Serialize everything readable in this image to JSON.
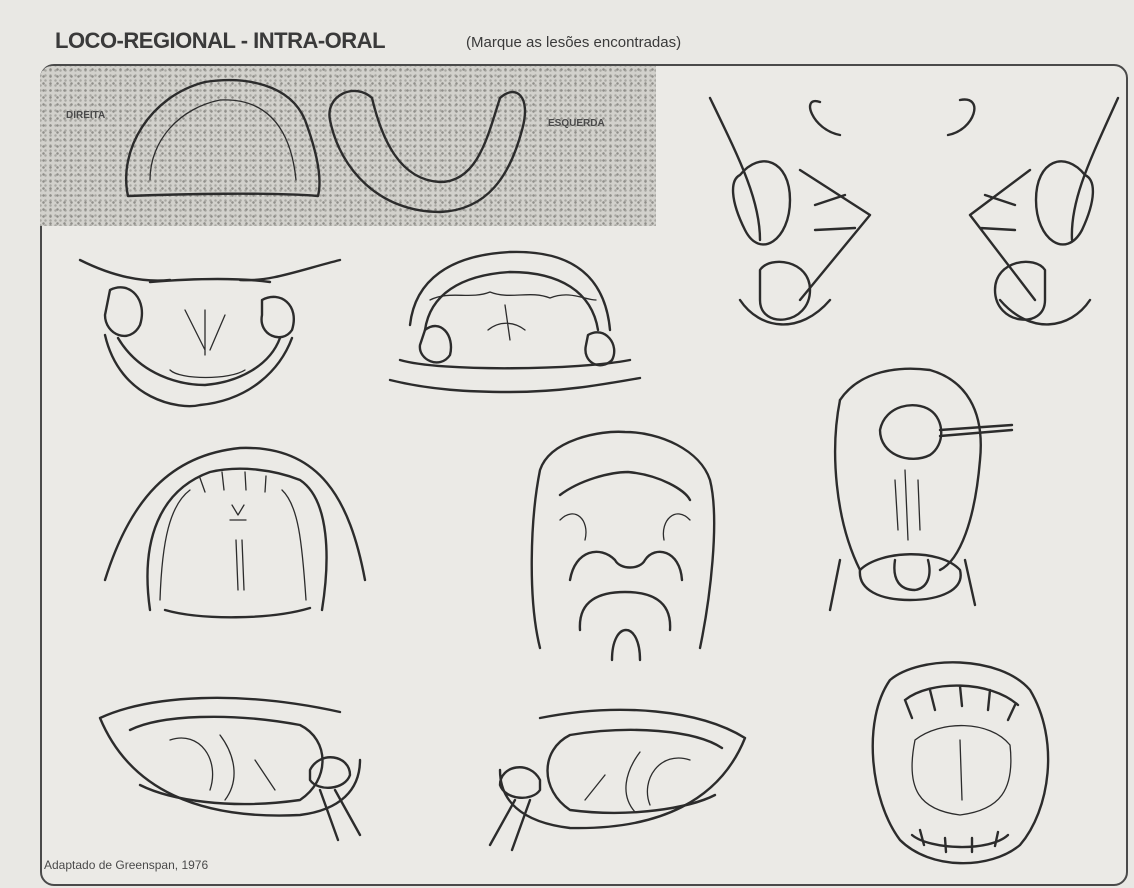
{
  "header": {
    "title": "LOCO-REGIONAL - INTRA-ORAL",
    "subtitle": "(Marque as lesões encontradas)"
  },
  "labels": {
    "right_side": "DIREITA",
    "left_side": "ESQUERDA"
  },
  "footer": {
    "credit": "Adaptado de Greenspan, 1976"
  },
  "colors": {
    "background": "#e9e8e4",
    "ink": "#2c2c2c",
    "speckle_band": "#d2d1cc"
  }
}
